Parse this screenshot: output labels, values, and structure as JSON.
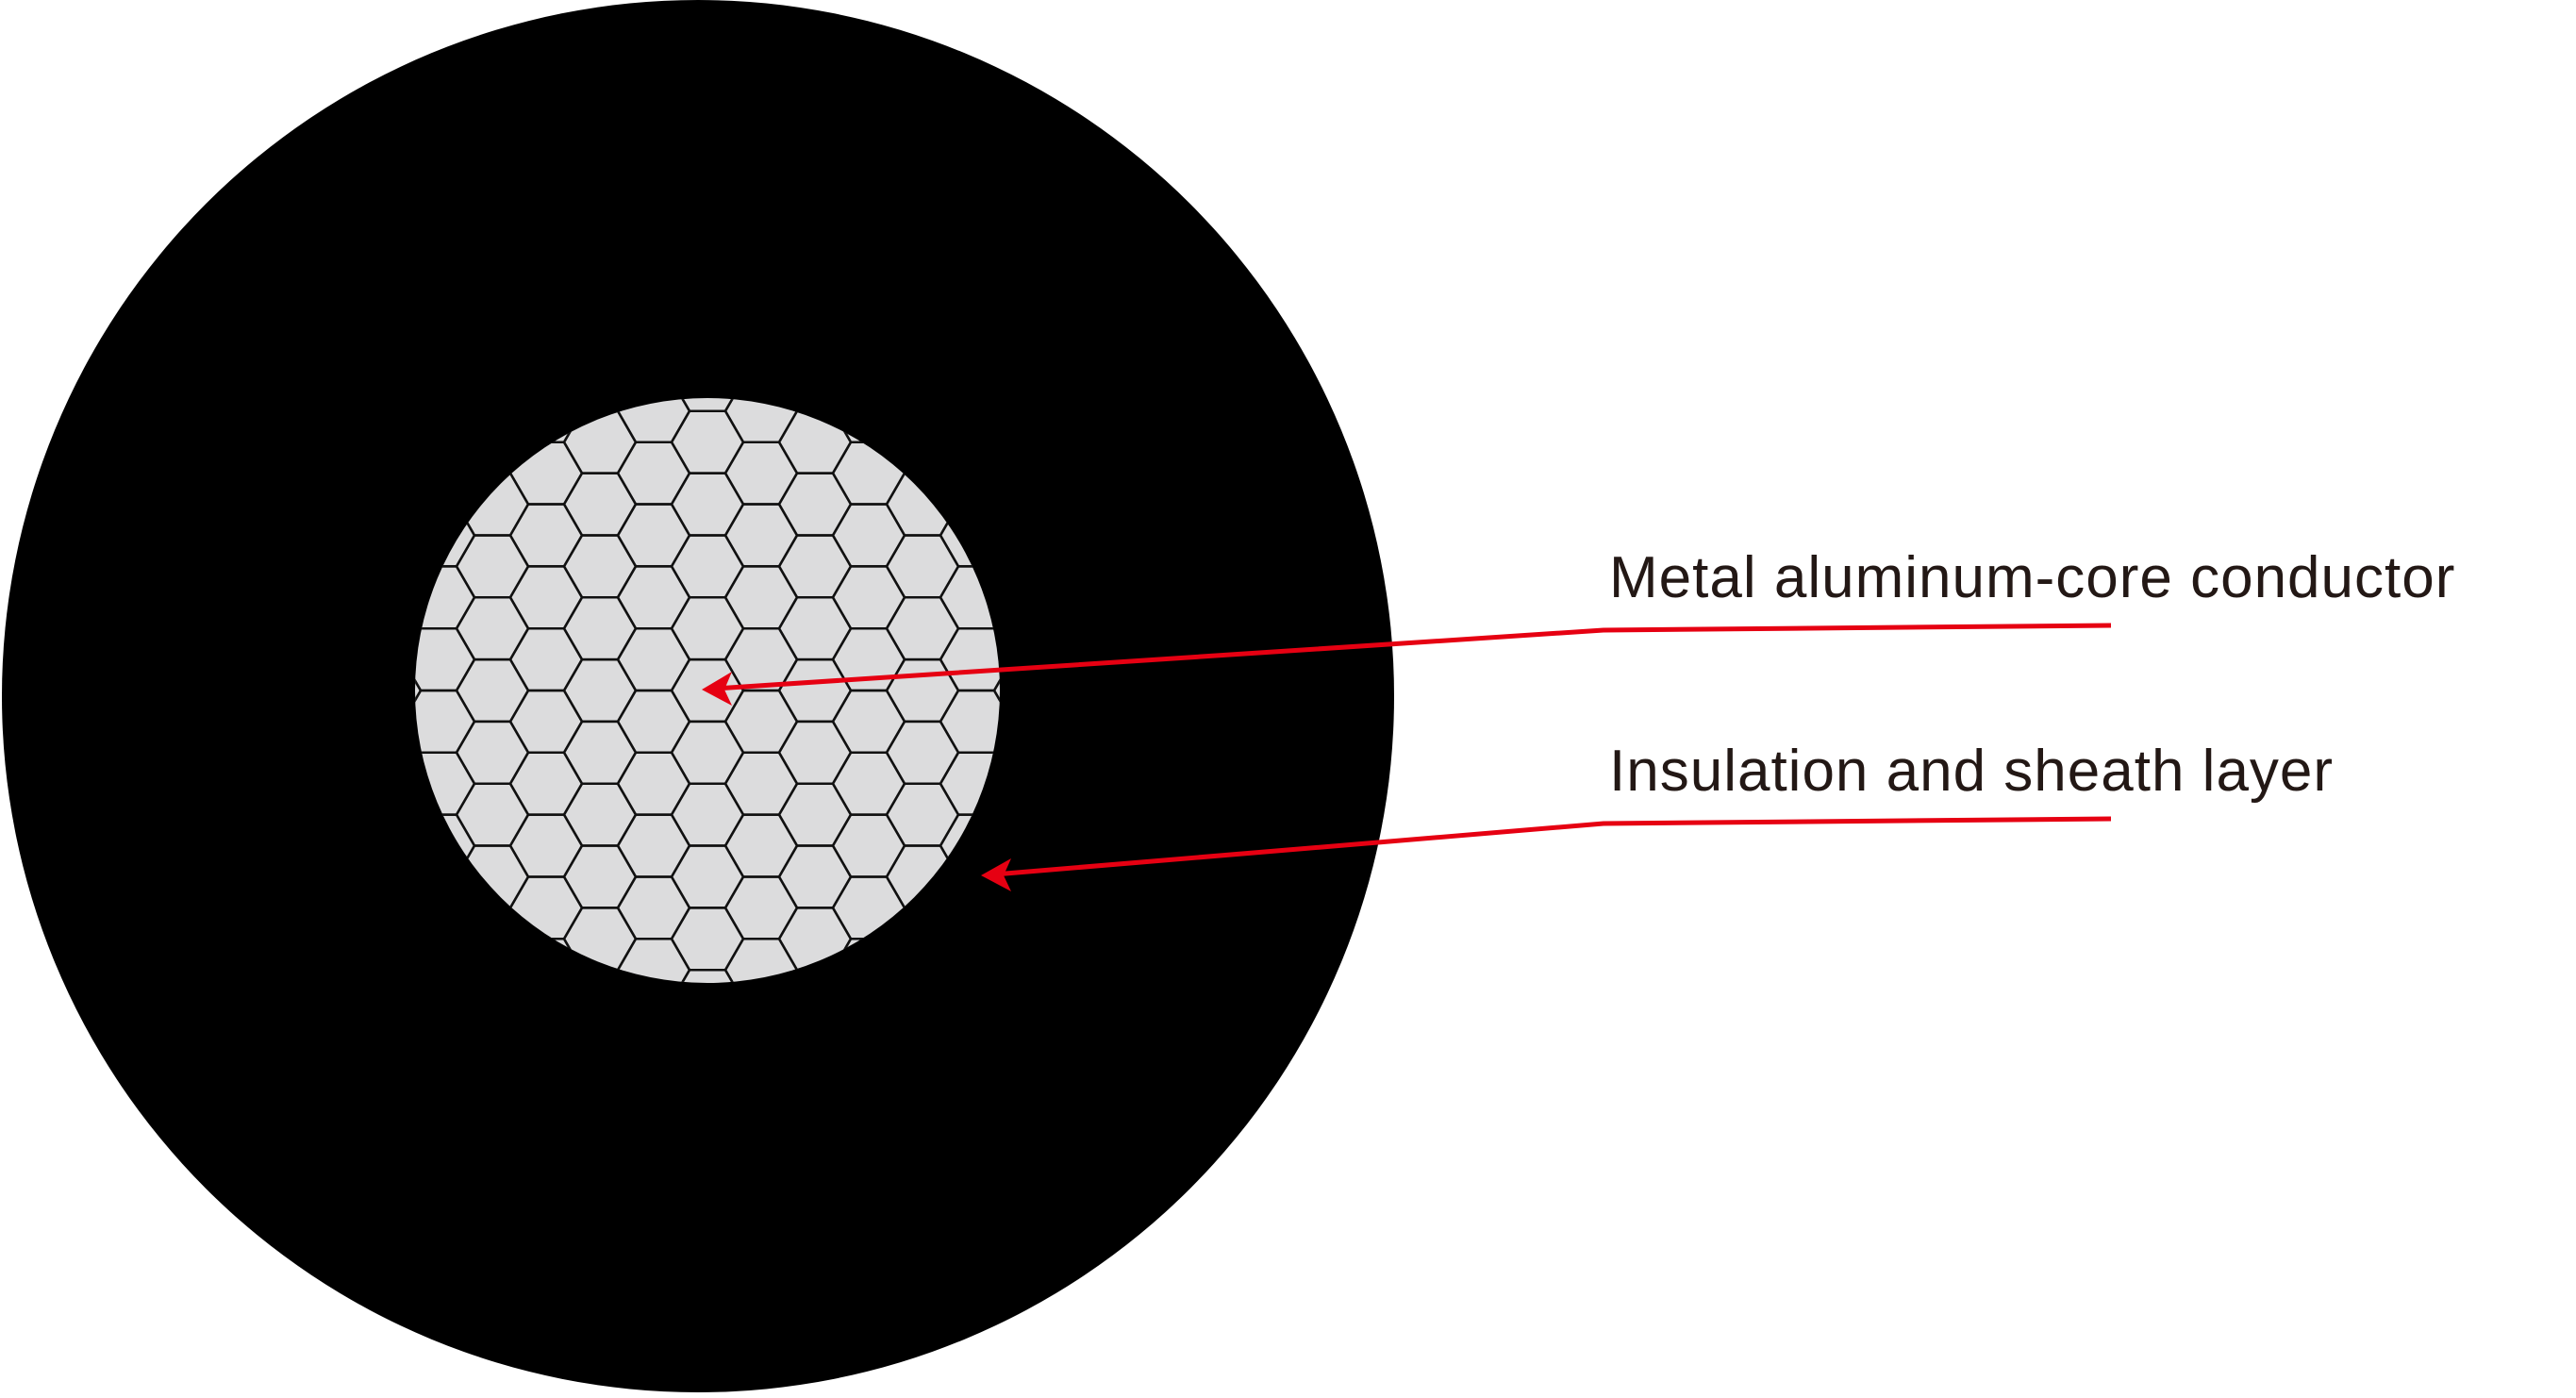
{
  "diagram": {
    "type": "cable-cross-section",
    "layers": [
      {
        "id": "sheath",
        "name": "Insulation and sheath layer",
        "color": "#000000"
      },
      {
        "id": "conductor",
        "name": "Metal aluminum-core conductor",
        "color": "#dcdcdd",
        "strand_outline_color": "#111111"
      }
    ],
    "callouts": [
      {
        "id": "conductor",
        "label": "Metal aluminum-core conductor",
        "color": "#e60012"
      },
      {
        "id": "sheath",
        "label": "Insulation and sheath layer",
        "color": "#e60012"
      }
    ],
    "colors": {
      "background": "#ffffff",
      "text": "#231815",
      "leader": "#e60012"
    }
  }
}
